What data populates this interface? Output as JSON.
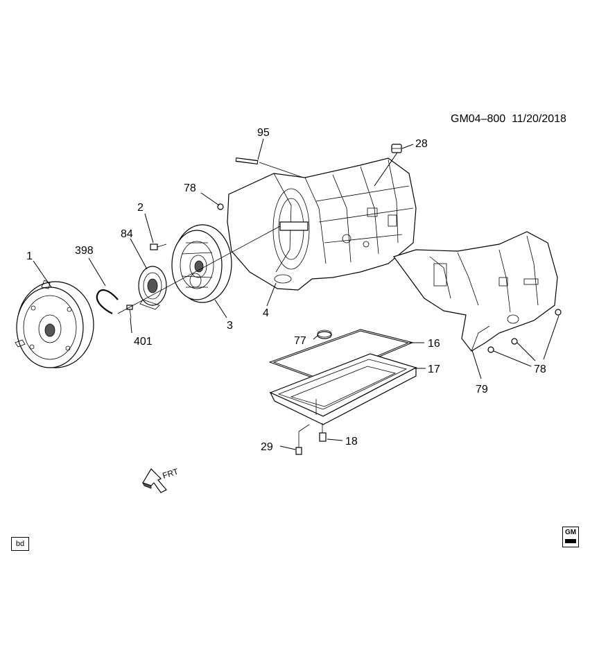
{
  "diagram": {
    "document_id": "GM04–800",
    "date": "11/20/2018",
    "corner_tag": "bd",
    "logo": "GM",
    "direction_label": "FRT",
    "callouts": [
      {
        "id": "c1",
        "label": "1"
      },
      {
        "id": "c398",
        "label": "398"
      },
      {
        "id": "c84",
        "label": "84"
      },
      {
        "id": "c2",
        "label": "2"
      },
      {
        "id": "c401",
        "label": "401"
      },
      {
        "id": "c3",
        "label": "3"
      },
      {
        "id": "c78a",
        "label": "78"
      },
      {
        "id": "c95",
        "label": "95"
      },
      {
        "id": "c28",
        "label": "28"
      },
      {
        "id": "c4",
        "label": "4"
      },
      {
        "id": "c77",
        "label": "77"
      },
      {
        "id": "c16",
        "label": "16"
      },
      {
        "id": "c17",
        "label": "17"
      },
      {
        "id": "c29",
        "label": "29"
      },
      {
        "id": "c18",
        "label": "18"
      },
      {
        "id": "c79",
        "label": "79"
      },
      {
        "id": "c78b",
        "label": "78"
      }
    ]
  }
}
